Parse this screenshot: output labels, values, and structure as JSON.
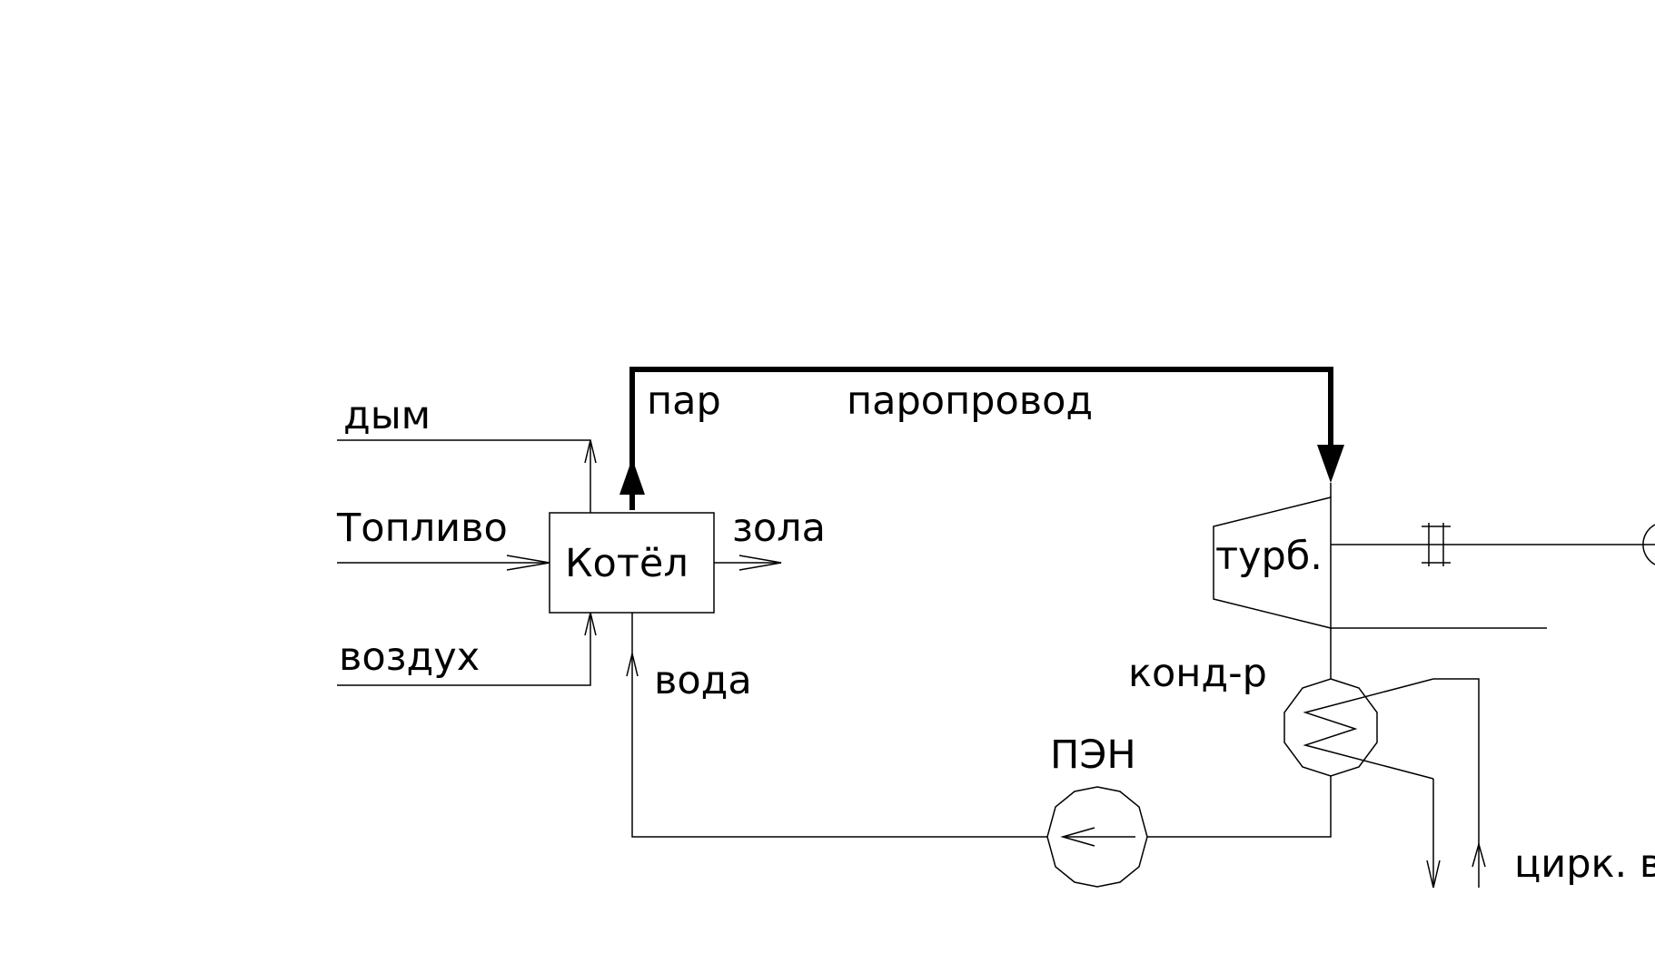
{
  "labels": {
    "smoke": "дым",
    "fuel": "Топливо",
    "air": "воздух",
    "boiler": "Котёл",
    "ash": "зола",
    "steam": "пар",
    "steam_line": "паропровод",
    "water": "вода",
    "turbine": "турб.",
    "condenser": "конд-р",
    "feed_pump": "ПЭН",
    "circ_water": "цирк. в"
  },
  "colors": {
    "line": "#000000",
    "background": "#ffffff"
  }
}
